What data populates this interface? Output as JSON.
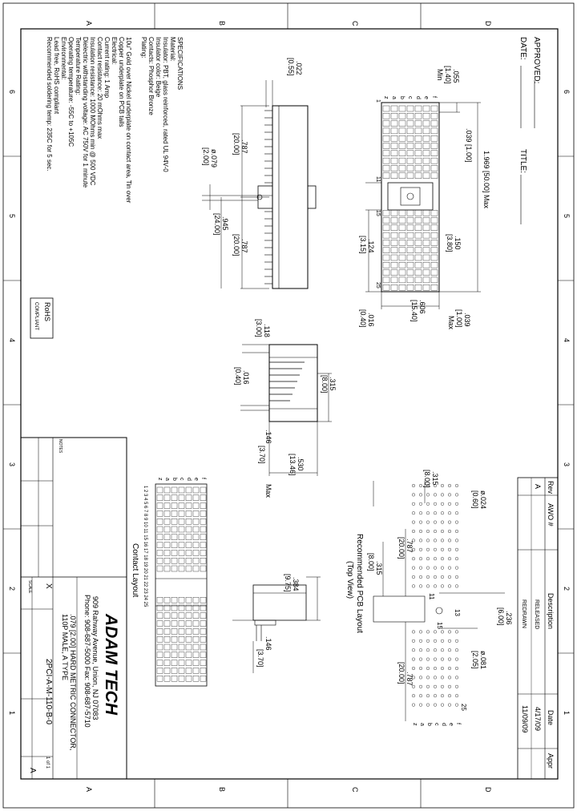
{
  "grid": {
    "top_letters": [
      "A",
      "B",
      "C",
      "D"
    ],
    "bottom_letters": [
      "A",
      "B",
      "C",
      "D"
    ],
    "left_numbers": [
      "6",
      "5",
      "4",
      "3",
      "2",
      "1"
    ],
    "right_numbers": [
      "6",
      "5",
      "4",
      "3",
      "2",
      "1"
    ]
  },
  "approval": {
    "approved_label": "APPROVED:",
    "date_label": "DATE:",
    "title_label": "TITLE:"
  },
  "specs": {
    "lines": [
      "SPECIFICATIONS",
      "Material:",
      "Insulator: PBT, glass reinforced, rated UL 94V-0",
      "Insulator color: Beige",
      "Contacts: Phosphor Bronze",
      "Plating:",
      "10u\" Gold over Nickel underplate on contact area, Tin over",
      "Copper underplate on PCB tails",
      "Electrical:",
      "Current rating: 1 Amp",
      "Contact resistance: 20 mOhms max",
      "Insulation resistance: 1000 MOhms min @ 500 VDC",
      "Dielectric withstanding voltage: AC 750V for 1 minute",
      "Temperature Rating:",
      "Operating temperature: -55C to +105C",
      "Environmental:",
      "Lead free, RoHS compliant",
      "Recommended soldering temp: 235C for 5 sec."
    ],
    "rohs_line1": "RoHS",
    "rohs_line2": "COMPLIANT"
  },
  "dimensions": {
    "d055": ".055",
    "d140": "[1.40]",
    "min": "Min",
    "d039a": ".039 [1.00]",
    "d1969": "1.969 [50.00] Max",
    "d150": ".150",
    "d380": "[3.80]",
    "d124": ".124",
    "d315mm": "[3.15]",
    "d606": ".606",
    "d1540": "[15.40]",
    "d039b": ".039",
    "d100": "[1.00]",
    "max": "Max",
    "d016": ".016",
    "d040": "[0.40]",
    "d022": ".022",
    "d055mm": "[0.55]",
    "d787": ".787",
    "d2000": "[20.00]",
    "d079": "ø.079",
    "d200": "[2.00]",
    "d945": ".945",
    "d2400": "[24.00]",
    "d787b": ".787",
    "d2000b": "[20.00]",
    "d118": ".118",
    "d300": "[3.00]",
    "d016b": ".016",
    "d040b": "[0.40]",
    "d315": ".315",
    "d800": "[8.00]",
    "d146": ".146",
    "d370": "[3.70]",
    "d530": ".530",
    "d1346": "[13.46]",
    "max2": "Max",
    "d024": "ø.024",
    "d060": "[0.60]",
    "d315c": ".315",
    "d800c": "[8.00]",
    "d787c": ".787",
    "d2000c": "[20.00]",
    "d315d": ".315",
    "d800d": "[8.00]",
    "d236": ".236",
    "d600": "[6.00]",
    "d081": "ø.081",
    "d205": "[2.05]",
    "d787d": ".787",
    "d2000d": "[20.00]",
    "d384": ".384",
    "d975": "[9.75]",
    "d146b": ".146",
    "d370b": "[3.70]"
  },
  "pin_labels": {
    "rows": [
      "f",
      "e",
      "d",
      "c",
      "b",
      "a",
      "z"
    ],
    "n1": "1",
    "n11": "11",
    "n15": "15",
    "n25": "25"
  },
  "pcb": {
    "title": "Recommended PCB Layout",
    "subtitle": "(Top View)",
    "n11": "11",
    "n13": "13",
    "n15": "15",
    "n25": "25",
    "rows": [
      "f",
      "e",
      "d",
      "c",
      "b",
      "a",
      "z"
    ]
  },
  "contact_layout": {
    "title": "Contact Layout",
    "numbers": "1 2 3 4 5 6 7 8 9 10 11          15 16 17 18 19 20 21 22 23 24 25",
    "rows": [
      "f",
      "e",
      "d",
      "c",
      "b",
      "a",
      "z"
    ]
  },
  "revision": {
    "headers": [
      "Rev",
      "AWO #",
      "Description",
      "Date",
      "Appr"
    ],
    "rows": [
      {
        "rev": "A",
        "awo": "",
        "desc": "RELEASED",
        "date": "4/17/09",
        "appr": ""
      },
      {
        "rev": "",
        "awo": "",
        "desc": "REDRAWN",
        "date": "11/09/09",
        "appr": ""
      }
    ]
  },
  "title_block": {
    "company": "ADAM TECH",
    "address": "909 Rahway Avenue, Union, NJ 07083",
    "phone": "Phone: 908-687-5000  Fax: 908-687-5710",
    "title_line1": ".079 [2.00] HARD METRIC CONNECTOR,",
    "title_line2": "110P MALE, A TYPE",
    "part_no": "2PCI-A-M-110-B-0",
    "rev": "A",
    "scale_label": "SCALE",
    "sheet": "1 of 1",
    "x_mark": "X",
    "notes_label": "NOTES"
  }
}
